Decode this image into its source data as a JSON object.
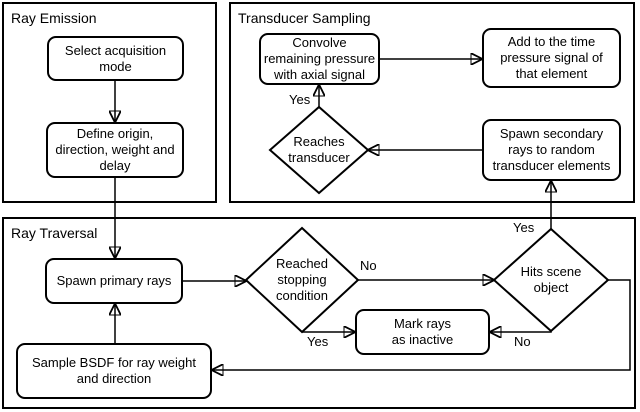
{
  "colors": {
    "stroke": "#000000",
    "background": "#ffffff",
    "text": "#000000"
  },
  "sections": {
    "ray_emission": {
      "label": "Ray Emission"
    },
    "transducer_sampling": {
      "label": "Transducer Sampling"
    },
    "ray_traversal": {
      "label": "Ray Traversal"
    }
  },
  "nodes": {
    "select_acquisition": {
      "lines": [
        "Select acquisition",
        "mode"
      ]
    },
    "define_origin": {
      "lines": [
        "Define origin,",
        "direction, weight and",
        "delay"
      ]
    },
    "convolve": {
      "lines": [
        "Convolve",
        "remaining pressure",
        "with axial signal"
      ]
    },
    "add_time": {
      "lines": [
        "Add to the time",
        "pressure signal of",
        "that element"
      ]
    },
    "spawn_secondary": {
      "lines": [
        "Spawn secondary",
        "rays to random",
        "transducer elements"
      ]
    },
    "spawn_primary": {
      "lines": [
        "Spawn primary rays"
      ]
    },
    "mark_rays": {
      "lines": [
        "Mark rays",
        "as inactive"
      ]
    },
    "sample_bsdf": {
      "lines": [
        "Sample BSDF for ray weight",
        "and direction"
      ]
    }
  },
  "decisions": {
    "reaches_transducer": {
      "lines": [
        "Reaches",
        "transducer"
      ]
    },
    "reached_stopping": {
      "lines": [
        "Reached",
        "stopping",
        "condition"
      ]
    },
    "hits_scene": {
      "lines": [
        "Hits scene",
        "object"
      ]
    }
  },
  "edge_labels": {
    "reaches_yes": "Yes",
    "stopping_no": "No",
    "stopping_yes": "Yes",
    "hits_no": "No",
    "hits_yes": "Yes"
  }
}
